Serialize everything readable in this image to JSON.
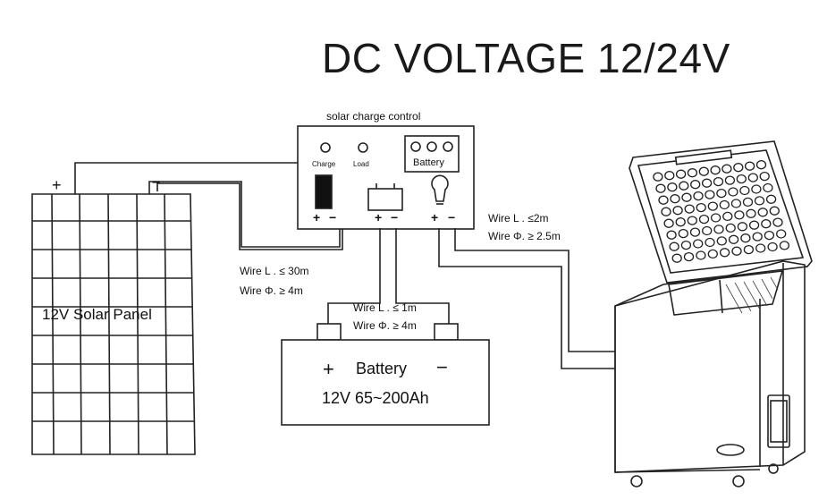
{
  "title": "DC VOLTAGE 12/24V",
  "controller": {
    "label": "solar charge control",
    "indicators": [
      "Charge",
      "Load"
    ],
    "battery_terminal_label": "Battery",
    "plus": "+",
    "minus": "−"
  },
  "solar_panel": {
    "label": "12V Solar Panel",
    "plus": "+",
    "minus": "−"
  },
  "battery": {
    "title": "Battery",
    "spec": "12V 65~200Ah",
    "plus": "+",
    "minus": "−"
  },
  "wire_specs": {
    "panel_to_controller": [
      "Wire L . ≤ 30m",
      "Wire Φ. ≥ 4m"
    ],
    "controller_to_battery": [
      "Wire L . ≤ 1m",
      "Wire Φ. ≥ 4m"
    ],
    "controller_to_load": [
      "Wire L . ≤2m",
      "Wire Φ. ≥ 2.5m"
    ]
  }
}
